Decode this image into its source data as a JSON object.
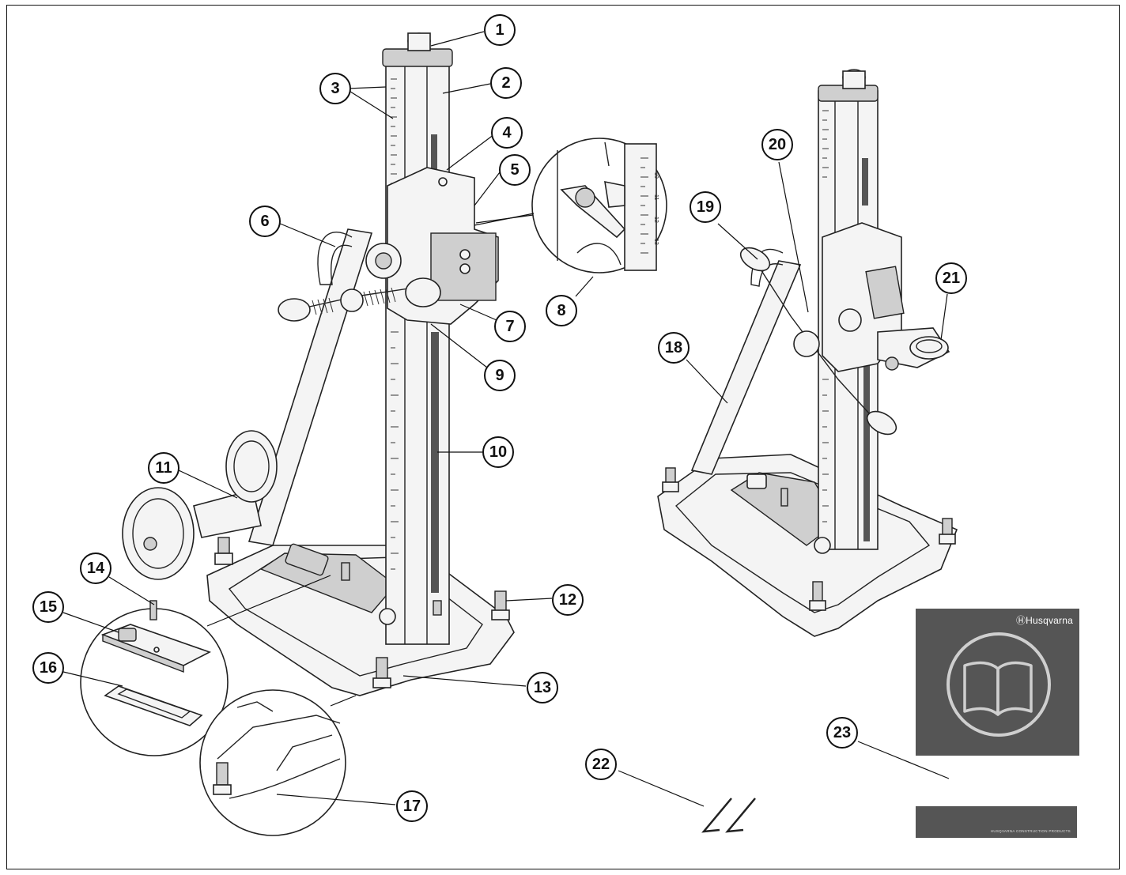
{
  "callouts": [
    {
      "id": 1,
      "label": "1"
    },
    {
      "id": 2,
      "label": "2"
    },
    {
      "id": 3,
      "label": "3"
    },
    {
      "id": 4,
      "label": "4"
    },
    {
      "id": 5,
      "label": "5"
    },
    {
      "id": 6,
      "label": "6"
    },
    {
      "id": 7,
      "label": "7"
    },
    {
      "id": 8,
      "label": "8"
    },
    {
      "id": 9,
      "label": "9"
    },
    {
      "id": 10,
      "label": "10"
    },
    {
      "id": 11,
      "label": "11"
    },
    {
      "id": 12,
      "label": "12"
    },
    {
      "id": 13,
      "label": "13"
    },
    {
      "id": 14,
      "label": "14"
    },
    {
      "id": 15,
      "label": "15"
    },
    {
      "id": 16,
      "label": "16"
    },
    {
      "id": 17,
      "label": "17"
    },
    {
      "id": 18,
      "label": "18"
    },
    {
      "id": 19,
      "label": "19"
    },
    {
      "id": 20,
      "label": "20"
    },
    {
      "id": 21,
      "label": "21"
    },
    {
      "id": 22,
      "label": "22"
    },
    {
      "id": 23,
      "label": "23"
    }
  ],
  "manual": {
    "brand": "ⒽHusqvarna",
    "footer": "HUSQVARNA CONSTRUCTION PRODUCTS",
    "icon": "open-book-icon"
  },
  "scale_numbers": [
    "10",
    "11",
    "12",
    "13"
  ],
  "colors": {
    "line": "#111111",
    "manual_gray": "#555555"
  }
}
